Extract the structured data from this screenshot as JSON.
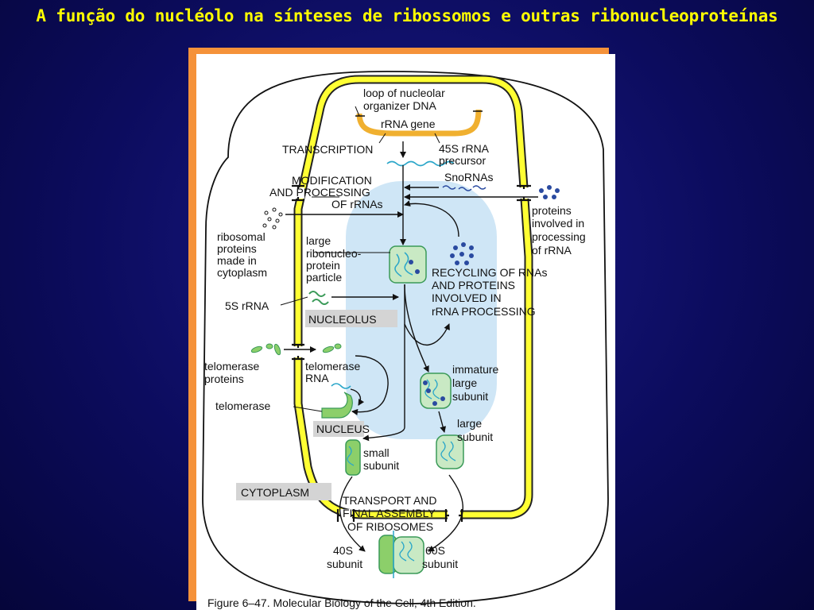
{
  "slide": {
    "title": "A função do nucléolo na sínteses de ribossomos e outras ribonucleoproteínas"
  },
  "figure": {
    "caption": "Figure 6–47. Molecular Biology of the Cell, 4th Edition.",
    "regions": {
      "nucleolus": "NUCLEOLUS",
      "nucleus": "NUCLEUS",
      "cytoplasm": "CYTOPLASM"
    },
    "labels": {
      "loop_dna_1": "loop of nucleolar",
      "loop_dna_2": "organizer DNA",
      "rrna_gene": "rRNA gene",
      "transcription": "TRANSCRIPTION",
      "precursor_1": "45S rRNA",
      "precursor_2": "precursor",
      "modification_1": "MODIFICATION",
      "modification_2": "AND PROCESSING",
      "modification_3": "OF rRNAs",
      "snornas": "SnoRNAs",
      "proteins_processing_1": "proteins",
      "proteins_processing_2": "involved in",
      "proteins_processing_3": "processing",
      "proteins_processing_4": "of rRNA",
      "ribosomal_proteins_1": "ribosomal",
      "ribosomal_proteins_2": "proteins",
      "ribosomal_proteins_3": "made in",
      "ribosomal_proteins_4": "cytoplasm",
      "large_rnp_1": "large",
      "large_rnp_2": "ribonucleo-",
      "large_rnp_3": "protein",
      "large_rnp_4": "particle",
      "recycling_1": "RECYCLING OF RNAs",
      "recycling_2": "AND PROTEINS",
      "recycling_3": "INVOLVED IN",
      "recycling_4": "rRNA PROCESSING",
      "five_s": "5S rRNA",
      "telomerase_proteins_1": "telomerase",
      "telomerase_proteins_2": "proteins",
      "telomerase_rna_1": "telomerase",
      "telomerase_rna_2": "RNA",
      "telomerase": "telomerase",
      "immature_1": "immature",
      "immature_2": "large",
      "immature_3": "subunit",
      "large_subunit_1": "large",
      "large_subunit_2": "subunit",
      "small_subunit_1": "small",
      "small_subunit_2": "subunit",
      "transport_1": "TRANSPORT AND",
      "transport_2": "FINAL ASSEMBLY",
      "transport_3": "OF RIBOSOMES",
      "forty_s_1": "40S",
      "forty_s_2": "subunit",
      "sixty_s_1": "60S",
      "sixty_s_2": "subunit"
    },
    "colors": {
      "membrane": "#ffff33",
      "membrane_edge": "#222222",
      "nucleolus": "#cfe6f6",
      "gene": "#f0b030",
      "particle": "#c9e9c4",
      "particle_edge": "#3a9a58",
      "rna": "#2aa6c9",
      "protein_dot": "#2a4aa0",
      "telomerase_green": "#8ccf6a"
    }
  }
}
